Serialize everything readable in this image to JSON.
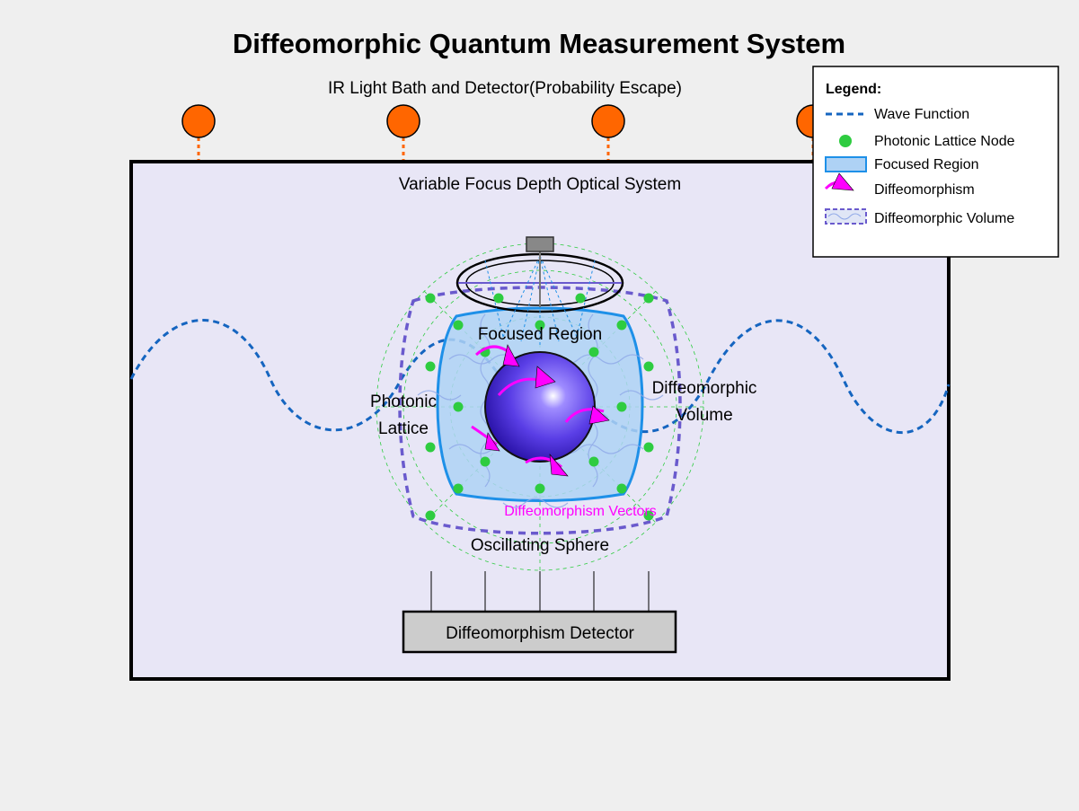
{
  "title": "Diffeomorphic Quantum Measurement System",
  "ir_bath_label": "IR Light Bath and Detector(Probability Escape)",
  "optical_system_label": "Variable Focus Depth Optical System",
  "labels": {
    "focused_region": "Focused Region",
    "photonic_lattice_line1": "Photonic",
    "photonic_lattice_line2": "Lattice",
    "diffeomorphic_volume_line1": "Diffeomorphic",
    "diffeomorphic_volume_line2": "Volume",
    "diffeomorphism_vectors": "Diffeomorphism Vectors",
    "oscillating_sphere": "Oscillating Sphere",
    "detector": "Diffeomorphism Detector"
  },
  "legend": {
    "title": "Legend:",
    "items": [
      {
        "label": "Wave Function",
        "icon": "dashed-line-icon"
      },
      {
        "label": "Photonic Lattice Node",
        "icon": "green-dot-icon"
      },
      {
        "label": "Focused Region",
        "icon": "blue-rect-icon"
      },
      {
        "label": "Diffeomorphism",
        "icon": "magenta-arrow-icon"
      },
      {
        "label": "Diffeomorphic Volume",
        "icon": "dashed-rect-icon"
      }
    ]
  },
  "colors": {
    "background": "#efefef",
    "system_box": "#e8e6f6",
    "wave": "#1565c0",
    "ir_source": "#ff6600",
    "lattice_node": "#2ecc40",
    "focused_region": "#1e90e8",
    "diffeomorphism": "#ff00ff",
    "volume": "#6a5acd",
    "sphere": "#4b2fd8",
    "detector": "#cccccc"
  }
}
